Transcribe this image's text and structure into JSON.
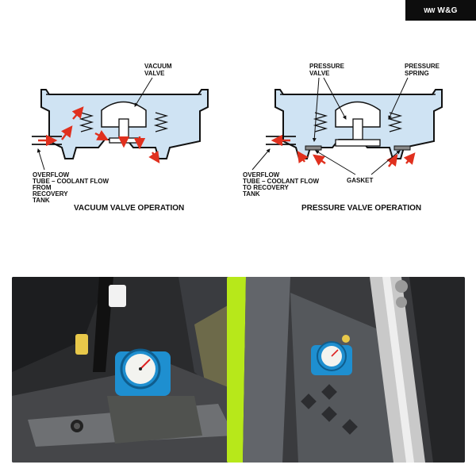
{
  "brand": {
    "name": "W&G",
    "logo_mark": "WW"
  },
  "vacuum_diagram": {
    "callout_valve": [
      "VACUUM",
      "VALVE"
    ],
    "overflow_label": [
      "OVERFLOW",
      "TUBE – COOLANT FLOW",
      "FROM",
      "RECOVERY",
      "TANK"
    ],
    "caption": "VACUUM VALVE OPERATION"
  },
  "pressure_diagram": {
    "callout_valve": [
      "PRESSURE",
      "VALVE"
    ],
    "callout_spring": [
      "PRESSURE",
      "SPRING"
    ],
    "overflow_label": [
      "OVERFLOW",
      "TUBE – COOLANT FLOW",
      "TO RECOVERY",
      "TANK"
    ],
    "callout_gasket": "GASKET",
    "caption": "PRESSURE VALVE OPERATION"
  },
  "colors": {
    "coolant_fill": "#cfe3f3",
    "arrow_red": "#e0301e",
    "gauge_blue": "#1e8fd0",
    "frame_green": "#b7e81a"
  }
}
